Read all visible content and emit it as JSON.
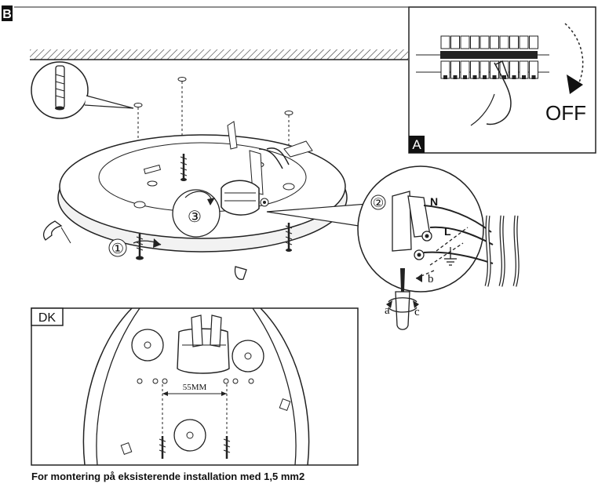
{
  "section_letter": "B",
  "panel_a": {
    "label": "A",
    "off_text": "OFF"
  },
  "main_callouts": {
    "c1": "①",
    "c2": "②",
    "c3": "③"
  },
  "wiring_labels": {
    "n": "N",
    "l": "L",
    "a": "a",
    "b": "b",
    "c": "c"
  },
  "dk_panel": {
    "label": "DK",
    "dimension": "55MM"
  },
  "caption": "For montering på  eksisterende installation med 1,5 mm2"
}
